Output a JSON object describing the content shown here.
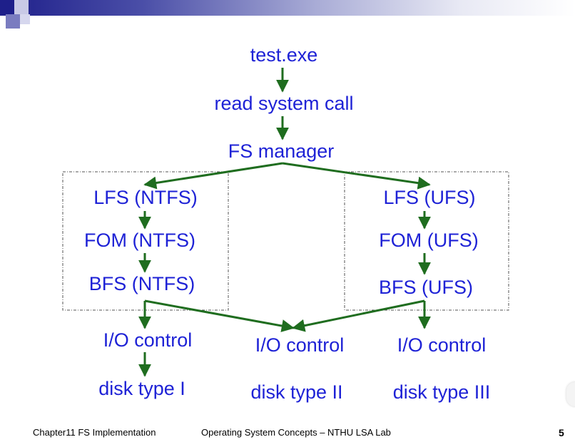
{
  "colors": {
    "node_text": "#1e22d6",
    "arrow": "#1f6d1f",
    "header_dark": "#1e1f8a",
    "group_border": "#555555"
  },
  "nodes": {
    "test_exe": "test.exe",
    "read_call": "read system call",
    "fs_manager": "FS manager",
    "lfs_ntfs": "LFS (NTFS)",
    "fom_ntfs": "FOM (NTFS)",
    "bfs_ntfs": "BFS (NTFS)",
    "lfs_ufs": "LFS (UFS)",
    "fom_ufs": "FOM (UFS)",
    "bfs_ufs": "BFS (UFS)",
    "io_1": "I/O control",
    "io_2": "I/O control",
    "io_3": "I/O control",
    "disk_1": "disk type I",
    "disk_2": "disk type II",
    "disk_3": "disk type III"
  },
  "footer": {
    "chapter": "Chapter11 FS Implementation",
    "course": "Operating System Concepts – NTHU LSA Lab",
    "page_number": "5"
  }
}
